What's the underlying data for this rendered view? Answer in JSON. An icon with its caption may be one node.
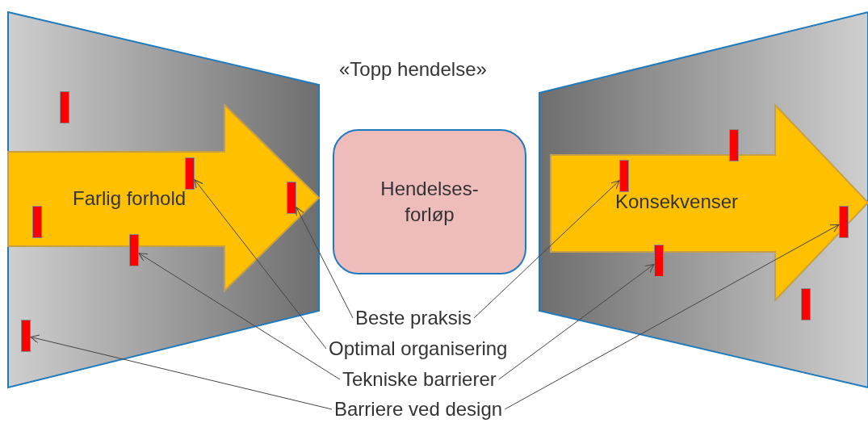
{
  "diagram": {
    "nodes": [
      {
        "text": [],
        "shape": "trapezoid"
      },
      {
        "text": [
          "Farlig forhold"
        ],
        "in": 0
      },
      {
        "text": [],
        "shape": "bar",
        "in": 0
      },
      {
        "text": [],
        "shape": "bar",
        "in": 1
      },
      {
        "text": [],
        "shape": "bar",
        "in": 1
      },
      {
        "text": [],
        "shape": "bar",
        "in": 1
      },
      {
        "text": [],
        "shape": "bar",
        "in": 0
      },
      {
        "text": [],
        "shape": "bar",
        "in": 0
      },
      {
        "text": [
          "Hendelses- forløp"
        ]
      },
      {
        "text": [],
        "shape": "trapezoid"
      },
      {
        "text": [
          "Konsekvenser"
        ],
        "in": 9
      },
      {
        "text": [],
        "shape": "bar",
        "in": 9
      },
      {
        "text": [],
        "shape": "bar",
        "in": 10
      },
      {
        "text": [],
        "shape": "bar",
        "in": 10
      },
      {
        "text": [],
        "shape": "bar",
        "in": 9
      },
      {
        "text": [],
        "shape": "bar",
        "in": 9
      },
      {
        "text": [
          "Beste praksis"
        ]
      },
      {
        "text": [
          "Optimal organisering"
        ]
      },
      {
        "text": [
          "Tekniske barrierer"
        ]
      },
      {
        "text": [
          "Barriere ved design"
        ]
      }
    ],
    "edges": [
      {
        "from": 16,
        "to": 4,
        "arrow": "to"
      },
      {
        "from": 16,
        "to": 12,
        "arrow": "to"
      },
      {
        "from": 17,
        "to": 3,
        "arrow": "to"
      },
      {
        "from": 18,
        "to": 6,
        "arrow": "to"
      },
      {
        "from": 18,
        "to": 14,
        "arrow": "to"
      },
      {
        "from": 19,
        "to": 7,
        "arrow": "to"
      },
      {
        "from": 19,
        "to": 13,
        "arrow": "to"
      }
    ],
    "labels": [
      "«Topp hendelse»"
    ]
  }
}
